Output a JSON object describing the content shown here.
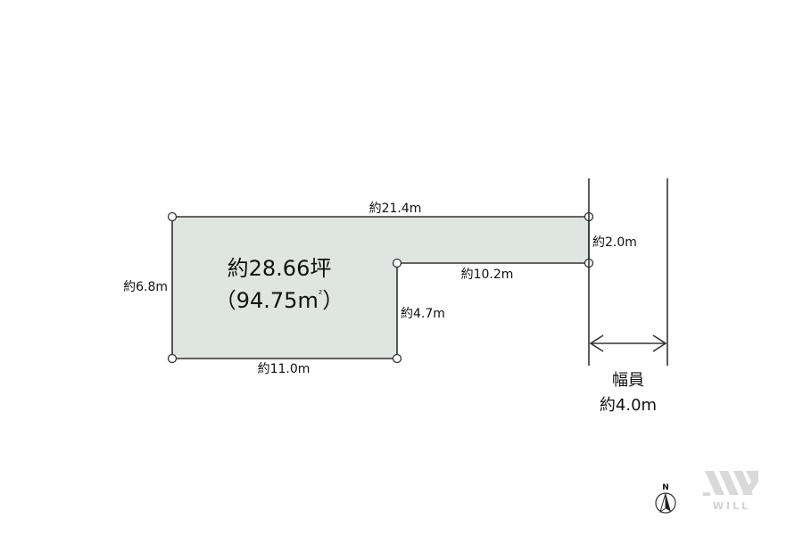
{
  "plot": {
    "fill_color": "#dfe6e1",
    "stroke_color": "#333333",
    "area_tsubo": "約28.66坪",
    "area_sqm_number": "（94.75m",
    "area_sqm_sup": "²",
    "area_sqm_close": "）"
  },
  "dimensions": {
    "top": "約21.4m",
    "right_short": "約2.0m",
    "inner_horizontal": "約10.2m",
    "inner_vertical": "約4.7m",
    "bottom": "約11.0m",
    "left": "約6.8m"
  },
  "road": {
    "label": "幅員",
    "width": "約4.0m"
  },
  "compass": {
    "letter": "N",
    "icon": "north-arrow-icon"
  },
  "brand": {
    "logo_icon": "will-logo-icon",
    "name": "WILL"
  }
}
